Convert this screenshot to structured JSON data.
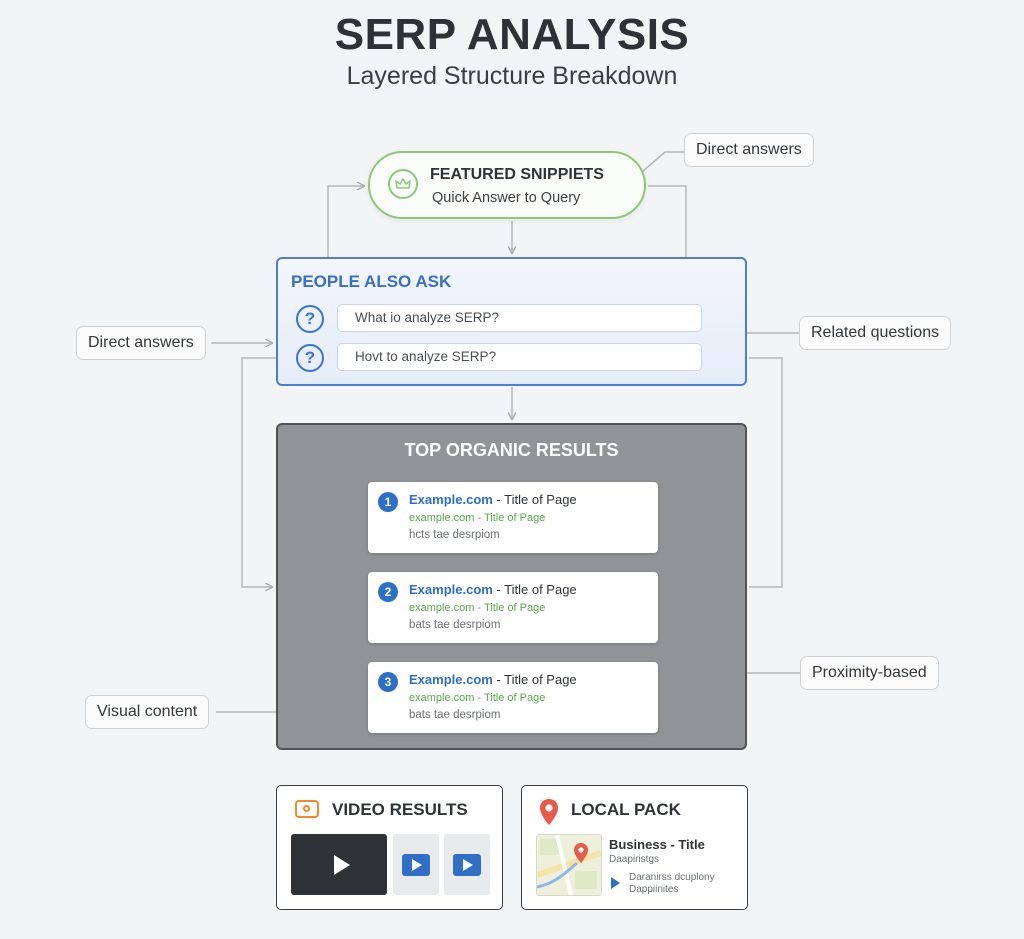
{
  "header": {
    "title": "SERP ANALYSIS",
    "subtitle": "Layered Structure Breakdown"
  },
  "featured_snippets": {
    "title": "FEATURED SNIPPIETS",
    "subtitle": "Quick Answer to Query",
    "icon": "crown-icon",
    "border_color": "#8cc878"
  },
  "people_also_ask": {
    "title": "PEOPLE ALSO ASK",
    "border_color": "#4a7fd2",
    "questions": [
      {
        "icon": "question-icon",
        "text": "What io analyze SERP?"
      },
      {
        "icon": "question-icon",
        "text": "Hovt to analyze SERP?"
      }
    ]
  },
  "organic_results": {
    "title": "TOP ORGANIC RESULTS",
    "results": [
      {
        "number": "1",
        "domain": "Example.com",
        "title": " - Title of Page",
        "url": "example.com - Title of Page",
        "description": "hcts tae desrpiom"
      },
      {
        "number": "2",
        "domain": "Example.com",
        "title": " - Title of Page",
        "url": "example.com - Title of Page",
        "description": "bats tae desrpiom"
      },
      {
        "number": "3",
        "domain": "Example.com",
        "title": " - Title of Page",
        "url": "example.com - Title of Page",
        "description": "bats tae desrpiom"
      }
    ]
  },
  "side_labels": {
    "top_right": "Direct answers",
    "left_paa": "Direct answers",
    "right_paa": "Related questions",
    "right_organic": "Proximity-based",
    "left_organic": "Visual content"
  },
  "video_results": {
    "title": "VIDEO RESULTS",
    "icon": "camera-icon",
    "accent": "#ee8a2c"
  },
  "local_pack": {
    "title": "LOCAL PACK",
    "icon": "map-pin-icon",
    "accent": "#e85a4a",
    "business_title": "Business - Title",
    "category": "Daapiristgs",
    "address_line1": "Daranirss dcuplony",
    "address_line2": "Dappiinites"
  }
}
